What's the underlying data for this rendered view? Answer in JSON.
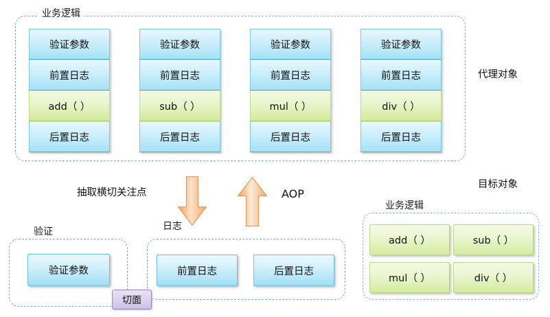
{
  "proxy_section": {
    "group_label": "业务逻辑",
    "side_label": "代理对象",
    "columns": [
      {
        "cells": [
          {
            "text": "验证参数",
            "kind": "blue"
          },
          {
            "text": "前置日志",
            "kind": "blue"
          },
          {
            "text": "add（ ）",
            "kind": "green"
          },
          {
            "text": "后置日志",
            "kind": "blue"
          }
        ]
      },
      {
        "cells": [
          {
            "text": "验证参数",
            "kind": "blue"
          },
          {
            "text": "前置日志",
            "kind": "blue"
          },
          {
            "text": "sub（ ）",
            "kind": "green"
          },
          {
            "text": "后置日志",
            "kind": "blue"
          }
        ]
      },
      {
        "cells": [
          {
            "text": "验证参数",
            "kind": "blue"
          },
          {
            "text": "前置日志",
            "kind": "blue"
          },
          {
            "text": "mul（ ）",
            "kind": "green"
          },
          {
            "text": "后置日志",
            "kind": "blue"
          }
        ]
      },
      {
        "cells": [
          {
            "text": "验证参数",
            "kind": "blue"
          },
          {
            "text": "前置日志",
            "kind": "blue"
          },
          {
            "text": "div（ ）",
            "kind": "green"
          },
          {
            "text": "后置日志",
            "kind": "blue"
          }
        ]
      }
    ]
  },
  "middle": {
    "extract_label": "抽取横切关注点",
    "aop_label": "AOP",
    "down_arrow": "down-arrow-icon",
    "up_arrow": "up-arrow-icon"
  },
  "aspect_section": {
    "validate_group_label": "验证",
    "log_group_label": "日志",
    "aspect_badge": "切面",
    "validate_boxes": [
      "验证参数"
    ],
    "log_boxes": [
      "前置日志",
      "后置日志"
    ]
  },
  "target_section": {
    "side_label": "目标对象",
    "group_label": "业务逻辑",
    "methods": [
      "add（ ）",
      "sub（ ）",
      "mul（ ）",
      "div（ ）"
    ]
  },
  "colors": {
    "blue_fill": "#a5e2f7",
    "green_fill": "#d2ea9a",
    "purple_fill": "#cfc2e6",
    "arrow_orange": "#f2a765",
    "dash_border": "#8fa8c8"
  }
}
